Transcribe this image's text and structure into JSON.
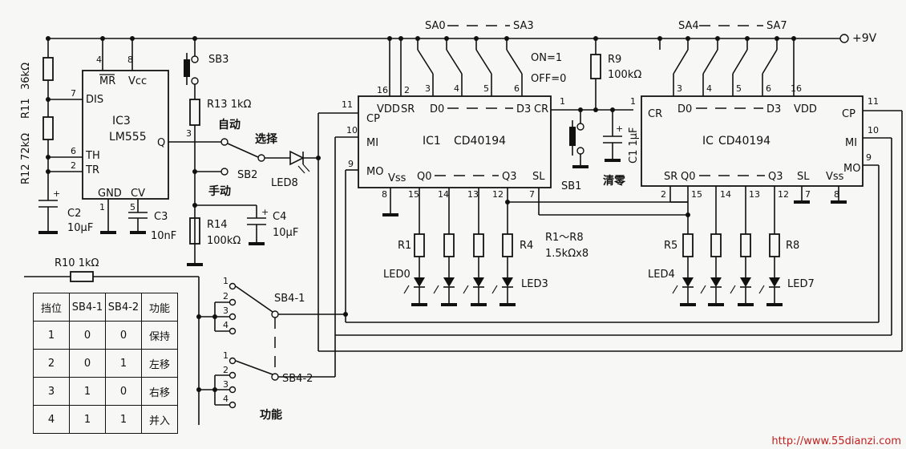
{
  "supply": "+9V",
  "ic3": {
    "name": "IC3",
    "part": "LM555",
    "pins": {
      "p4": "4",
      "p8": "8",
      "p7": "7",
      "p6": "6",
      "p2": "2",
      "p1": "1",
      "p5": "5",
      "p3": "3"
    },
    "labels": {
      "mr": "MR",
      "vcc": "Vcc",
      "dis": "DIS",
      "th": "TH",
      "tr": "TR",
      "gnd": "GND",
      "cv": "CV",
      "q": "Q"
    }
  },
  "ic1": {
    "name": "IC1",
    "part": "CD40194",
    "labels": {
      "cp": "CP",
      "mi": "MI",
      "mo": "MO",
      "vdd": "VDD",
      "sr": "SR",
      "d0": "D0",
      "d3": "D3",
      "cr": "CR",
      "vss": "Vss",
      "q0": "Q0",
      "q3": "Q3",
      "sl": "SL"
    },
    "pins": {
      "p11": "11",
      "p10": "10",
      "p9": "9",
      "p16": "16",
      "p2": "2",
      "p3": "3",
      "p4": "4",
      "p5": "5",
      "p6": "6",
      "p1": "1",
      "p8": "8",
      "p15": "15",
      "p14": "14",
      "p13": "13",
      "p12": "12",
      "p7": "7"
    }
  },
  "ic2": {
    "name": "IC",
    "part": "CD40194",
    "labels": {
      "cr": "CR",
      "d0": "D0",
      "d3": "D3",
      "vdd": "VDD",
      "cp": "CP",
      "mi": "MI",
      "mo": "MO",
      "sr": "SR",
      "q0": "Q0",
      "q3": "Q3",
      "sl": "SL",
      "vss": "Vss"
    },
    "pins": {
      "p1": "1",
      "p3": "3",
      "p4": "4",
      "p5": "5",
      "p6": "6",
      "p16": "16",
      "p11": "11",
      "p10": "10",
      "p9": "9",
      "p2": "2",
      "p15": "15",
      "p14": "14",
      "p13": "13",
      "p12": "12",
      "p7": "7",
      "p8": "8"
    }
  },
  "components": {
    "r11": "36kΩ",
    "r11_name": "R11",
    "r12": "72kΩ",
    "r12_name": "R12",
    "c2": "C2",
    "c2_val": "10μF",
    "c3": "C3",
    "c3_val": "10nF",
    "sb3": "SB3",
    "r13": "R13  1kΩ",
    "auto": "自动",
    "manual": "手动",
    "sb2": "SB2",
    "select": "选择",
    "led8": "LED8",
    "r14": "R14",
    "r14_val": "100kΩ",
    "c4": "C4",
    "c4_val": "10μF",
    "r10": "R10  1kΩ",
    "sb4_1": "SB4-1",
    "sb4_2": "SB4-2",
    "func": "功能",
    "sa0": "SA0",
    "sa3": "SA3",
    "sa4": "SA4",
    "sa7": "SA7",
    "on": "ON=1",
    "off": "OFF=0",
    "r9": "R9",
    "r9_val": "100kΩ",
    "c1": "C1  1μF",
    "sb1": "SB1",
    "clear": "清零",
    "r1": "R1",
    "r4": "R4",
    "r5": "R5",
    "r8": "R8",
    "rrange": "R1～R8",
    "rval": "1.5kΩx8",
    "led0": "LED0",
    "led3": "LED3",
    "led4": "LED4",
    "led7": "LED7",
    "sw_1": "1",
    "sw_2": "2",
    "sw_3": "3",
    "sw_4": "4"
  },
  "table": {
    "headers": [
      "挡位",
      "SB4-1",
      "SB4-2",
      "功能"
    ],
    "rows": [
      [
        "1",
        "0",
        "0",
        "保持"
      ],
      [
        "2",
        "0",
        "1",
        "左移"
      ],
      [
        "3",
        "1",
        "0",
        "右移"
      ],
      [
        "4",
        "1",
        "1",
        "并入"
      ]
    ]
  },
  "watermark": {
    "prefix": "http://",
    "site": "www.55dianzi.com"
  }
}
